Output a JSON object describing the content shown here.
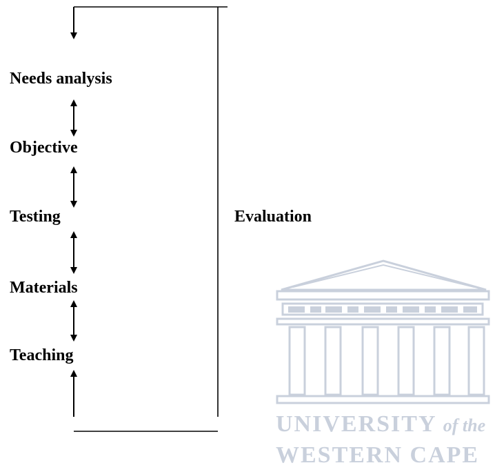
{
  "labels": {
    "needs_analysis": "Needs analysis",
    "objective": "Objective",
    "testing": "Testing",
    "materials": "Materials",
    "teaching": "Teaching",
    "evaluation": "Evaluation"
  },
  "watermark": {
    "line1_main": "UNIVERSITY ",
    "line1_italic": "of the",
    "line2": "WESTERN CAPE",
    "logo_icon": "university-building-logo-icon"
  },
  "colors": {
    "ink": "#000000",
    "watermark": "#c9d0dc"
  }
}
